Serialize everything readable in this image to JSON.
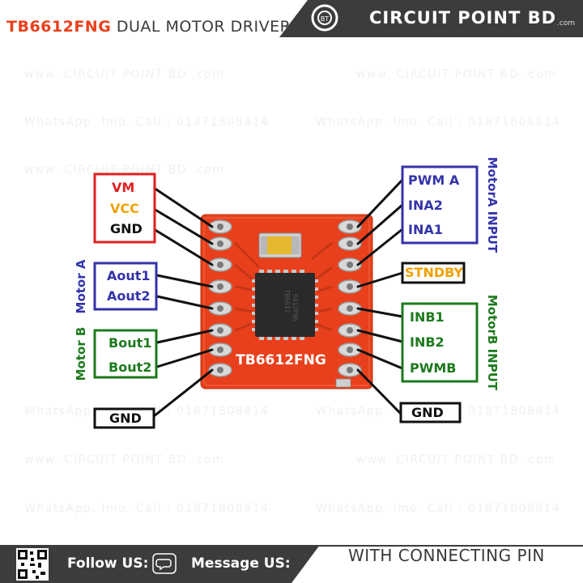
{
  "header": {
    "title_part1": "TB6612FNG",
    "title_part2": " DUAL MOTOR DRIVER",
    "brand": "CIRCUIT POINT BD",
    "brand_suffix": ".com"
  },
  "watermark": {
    "line1": "www. CIRCUIT POINT BD .com",
    "line2": "WhatsApp. Imo. Call : 01871808814"
  },
  "board": {
    "label": "TB6612FNG",
    "chip_text_1": "TB6612",
    "chip_text_2": "6612FNG"
  },
  "left_pins": {
    "power": {
      "vm": "VM",
      "vcc": "VCC",
      "gnd": "GND"
    },
    "motor_a": {
      "group_label": "Motor A",
      "out1": "Aout1",
      "out2": "Aout2"
    },
    "motor_b": {
      "group_label": "Motor B",
      "out1": "Bout1",
      "out2": "Bout2"
    },
    "gnd_bottom": "GND"
  },
  "right_pins": {
    "motor_a_input": {
      "group_label": "MotorA INPUT",
      "pwm": "PWM A",
      "in2": "INA2",
      "in1": "INA1"
    },
    "standby": "STNDBY",
    "motor_b_input": {
      "group_label": "MotorB INPUT",
      "in1": "INB1",
      "in2": "INB2",
      "pwm": "PWMB"
    },
    "gnd_bottom": "GND"
  },
  "footer": {
    "follow": "Follow US:",
    "message": "Message US:",
    "tagline": "WITH CONNECTING PIN"
  },
  "colors": {
    "power_box": "#e02020",
    "motor_a": "#3333aa",
    "motor_b": "#1e7a1e",
    "standby": "#f0a000",
    "gnd_box": "#111111",
    "board": "#e8401c",
    "accent_orange": "#e8401c",
    "dark_bar": "#3c3c3c"
  },
  "icons": [
    "logo-icon",
    "chat-icon",
    "qr-code-icon"
  ]
}
